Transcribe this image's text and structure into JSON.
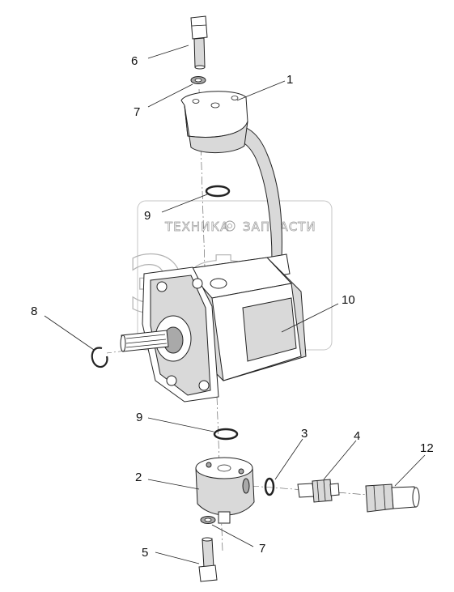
{
  "watermark": {
    "line_left": "ТЕХНИКА",
    "line_right": "ЗАПЧАСТИ",
    "letters": "ЭФ"
  },
  "callouts": [
    {
      "id": "c1",
      "label": "1"
    },
    {
      "id": "c2",
      "label": "2"
    },
    {
      "id": "c3",
      "label": "3"
    },
    {
      "id": "c4",
      "label": "4"
    },
    {
      "id": "c5",
      "label": "5"
    },
    {
      "id": "c6",
      "label": "6"
    },
    {
      "id": "c7a",
      "label": "7"
    },
    {
      "id": "c7b",
      "label": "7"
    },
    {
      "id": "c8",
      "label": "8"
    },
    {
      "id": "c9",
      "label": "9"
    },
    {
      "id": "c10",
      "label": "10"
    },
    {
      "id": "c11",
      "label": "11"
    },
    {
      "id": "c12",
      "label": "12"
    }
  ]
}
